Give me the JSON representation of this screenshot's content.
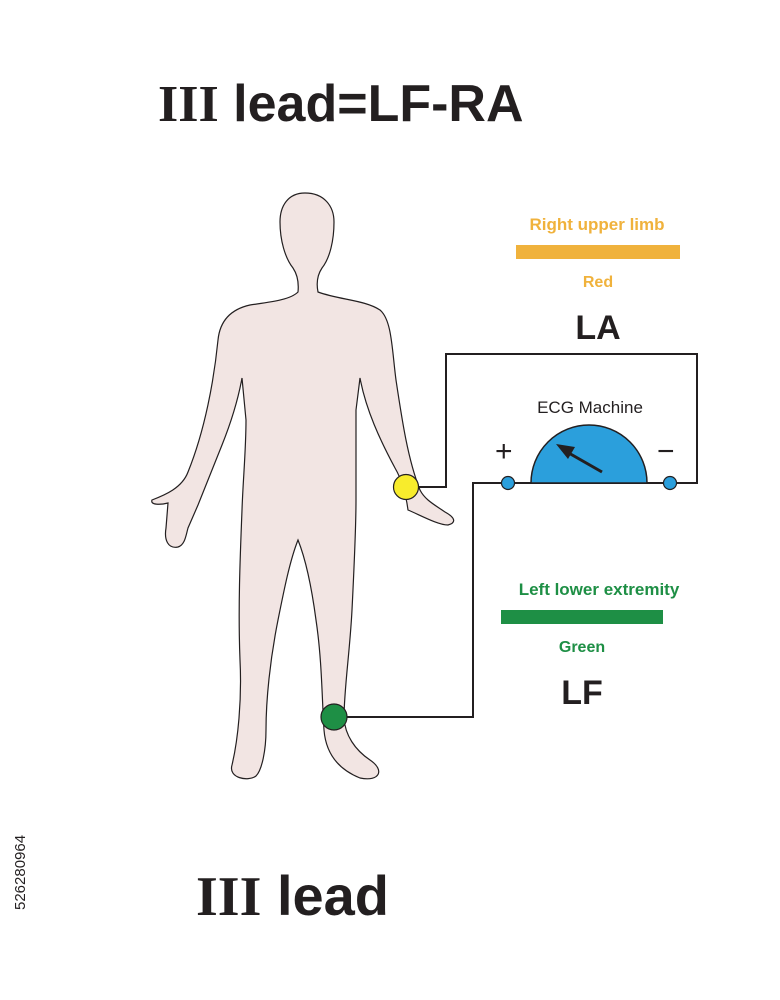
{
  "title": {
    "roman": "III",
    "formula": "lead=LF-RA"
  },
  "footer_title": {
    "roman": "III",
    "text": "lead"
  },
  "electrode_top": {
    "limb": "Right upper limb",
    "color_name": "Red",
    "code": "LA",
    "color": "#f0b23c"
  },
  "electrode_bottom": {
    "limb": "Left lower extremity",
    "color_name": "Green",
    "code": "LF",
    "color": "#1e8f45"
  },
  "machine": {
    "label": "ECG Machine",
    "positive_symbol": "+",
    "negative_symbol": "−",
    "gauge_color": "#2b9fdc"
  },
  "markers": {
    "wrist_color": "#f8ec2c",
    "ankle_color": "#1e8f45"
  },
  "body_color": "#f2e5e3",
  "watermark_id": "526280964"
}
